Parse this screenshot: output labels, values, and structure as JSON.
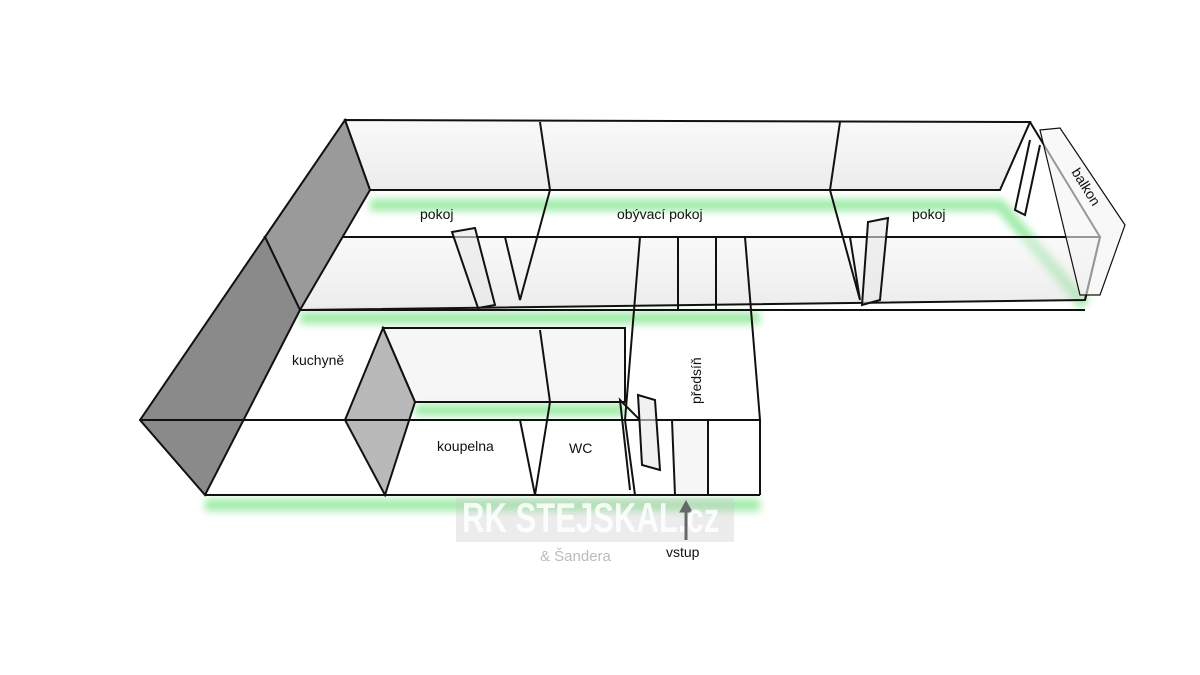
{
  "rooms": {
    "pokoj_left": "pokoj",
    "obyvaci_pokoj": "obývací pokoj",
    "pokoj_right": "pokoj",
    "balkon": "balkon",
    "kuchyne": "kuchyně",
    "koupelna": "koupelna",
    "wc": "WC",
    "predsin": "předsíň",
    "vstup": "vstup"
  },
  "watermark": {
    "title": "RK STEJSKAL.cz",
    "subtitle": "& Šandera"
  },
  "colors": {
    "glow": "#8fe89a",
    "wall_dark": "#8a8a8a",
    "wall_light": "#e6e6e6",
    "line": "#111111"
  }
}
